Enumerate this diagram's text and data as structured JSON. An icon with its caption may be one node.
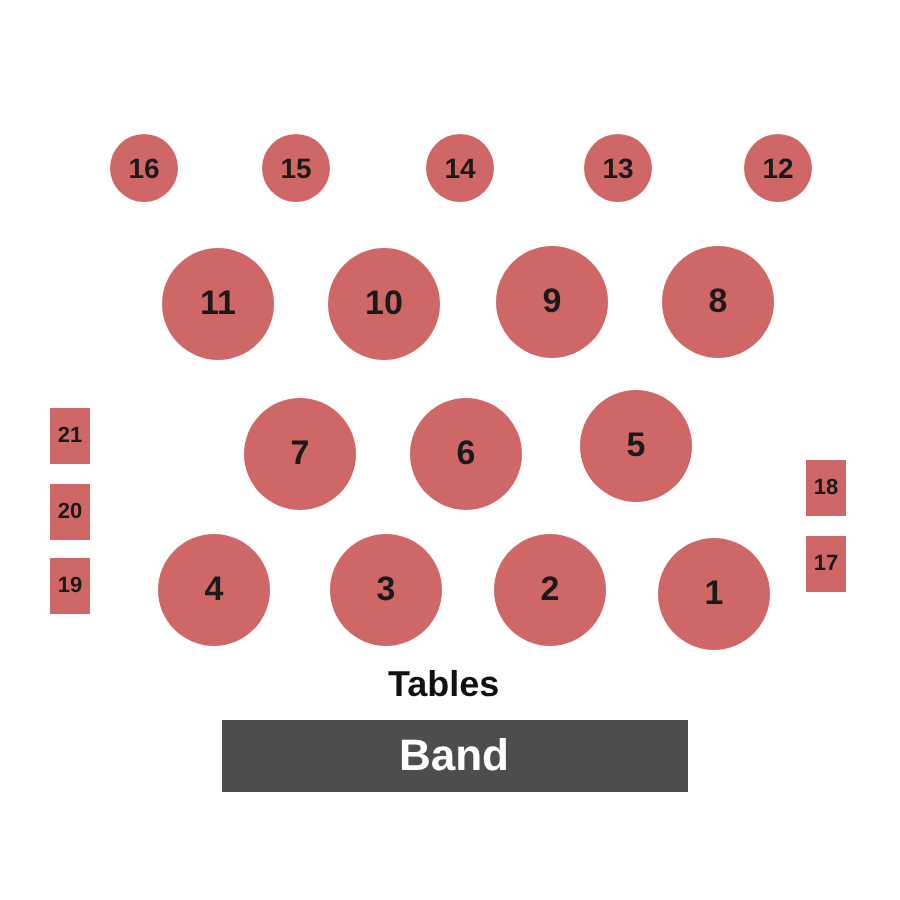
{
  "diagram": {
    "nodes": [
      {
        "text": [
          "16"
        ]
      },
      {
        "text": [
          "15"
        ]
      },
      {
        "text": [
          "14"
        ]
      },
      {
        "text": [
          "13"
        ]
      },
      {
        "text": [
          "12"
        ]
      },
      {
        "text": [
          "11"
        ]
      },
      {
        "text": [
          "10"
        ]
      },
      {
        "text": [
          "9"
        ]
      },
      {
        "text": [
          "8"
        ]
      },
      {
        "text": [
          "21"
        ]
      },
      {
        "text": [
          "7"
        ]
      },
      {
        "text": [
          "6"
        ]
      },
      {
        "text": [
          "5"
        ]
      },
      {
        "text": [
          "18"
        ]
      },
      {
        "text": [
          "20"
        ]
      },
      {
        "text": [
          "19"
        ]
      },
      {
        "text": [
          "4"
        ]
      },
      {
        "text": [
          "3"
        ]
      },
      {
        "text": [
          "2"
        ]
      },
      {
        "text": [
          "1"
        ]
      },
      {
        "text": [
          "17"
        ]
      },
      {
        "text": [
          "Band"
        ]
      }
    ],
    "labels": [
      "Tables"
    ]
  }
}
